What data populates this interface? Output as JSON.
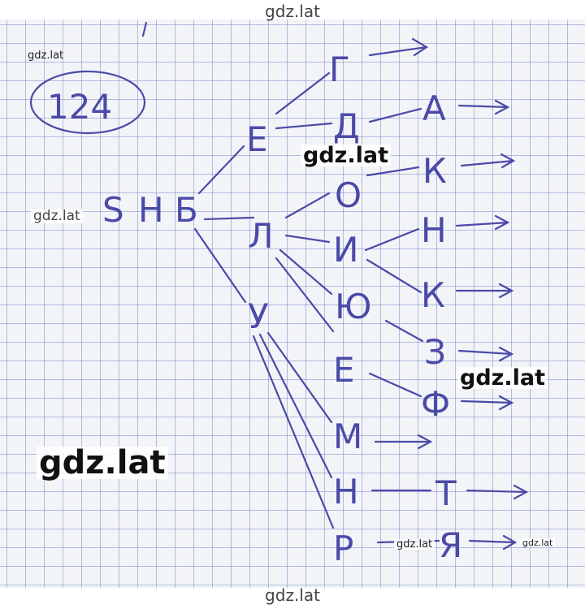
{
  "watermark": {
    "top": "gdz.lat",
    "bottom": "gdz.lat",
    "small_left_top": "gdz.lat",
    "small_left_mid": "gdz.lat",
    "bold_center": "gdz.lat",
    "bold_right": "gdz.lat",
    "large_bottom_left": "gdz.lat",
    "small_bottom_mid": "gdz.lat",
    "small_bottom_right": "gdz.lat"
  },
  "exercise_number": "124",
  "root": {
    "letters": [
      "S",
      "Н",
      "Б"
    ]
  },
  "level1": [
    "Е",
    "Л",
    "У"
  ],
  "level2": [
    "Г",
    "Д",
    "О",
    "И",
    "Ю",
    "Е",
    "М",
    "Н",
    "Р"
  ],
  "level3": [
    "А",
    "К",
    "Н",
    "К",
    "З",
    "Ф",
    "Т",
    "Я"
  ],
  "colors": {
    "ink": "#4a4aa8",
    "grid": "#8896cc",
    "paper": "#f3f4f8"
  }
}
